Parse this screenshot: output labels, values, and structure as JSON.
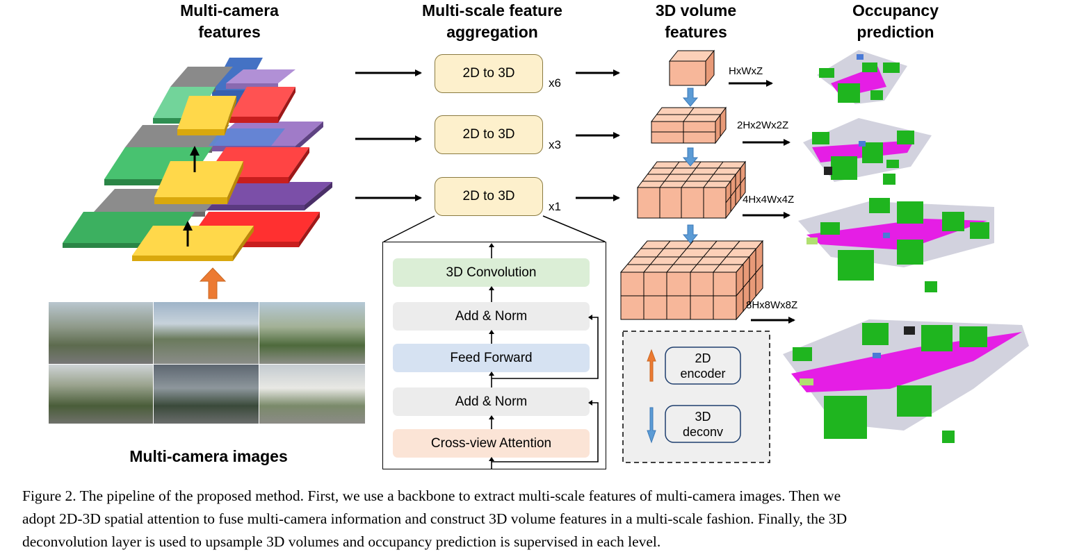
{
  "headers": {
    "multi_camera_features": [
      "Multi-camera",
      "features"
    ],
    "multi_scale_aggregation": [
      "Multi-scale feature",
      "aggregation"
    ],
    "volume_features": [
      "3D volume",
      "features"
    ],
    "occupancy_prediction": [
      "Occupancy",
      "prediction"
    ]
  },
  "images_label": "Multi-camera images",
  "aggregation": {
    "blocks": [
      {
        "label": "2D to 3D",
        "repeat": "x6"
      },
      {
        "label": "2D to 3D",
        "repeat": "x3"
      },
      {
        "label": "2D to 3D",
        "repeat": "x1"
      }
    ]
  },
  "detail": {
    "layers": [
      "3D Convolution",
      "Add & Norm",
      "Feed Forward",
      "Add & Norm",
      "Cross-view Attention"
    ]
  },
  "resolutions": [
    "HxWxZ",
    "2Hx2Wx2Z",
    "4Hx4Wx4Z",
    "8Hx8Wx8Z"
  ],
  "legend": {
    "encoder": [
      "2D",
      "encoder"
    ],
    "deconv": [
      "3D",
      "deconv"
    ]
  },
  "caption": [
    "Figure 2. The pipeline of the proposed method. First, we use a backbone to extract multi-scale features of multi-camera images. Then we",
    "adopt 2D-3D spatial attention to fuse multi-camera information and construct 3D volume features in a multi-scale fashion. Finally, the 3D",
    "deconvolution layer is used to upsample 3D volumes and occupancy prediction is supervised in each level."
  ],
  "colors": {
    "block_fill": "#fdf0cc",
    "volume_fill": "#f7b79a",
    "conv_fill": "#dbeed6",
    "norm_fill": "#ececec",
    "ffn_fill": "#d6e2f2",
    "attn_fill": "#fbe4d6",
    "up_arrow": "#ec7a32",
    "down_arrow": "#5b9bd5",
    "occupancy_green": "#1fb51f",
    "occupancy_magenta": "#e51ee5",
    "occupancy_gray": "#d2d2de"
  }
}
